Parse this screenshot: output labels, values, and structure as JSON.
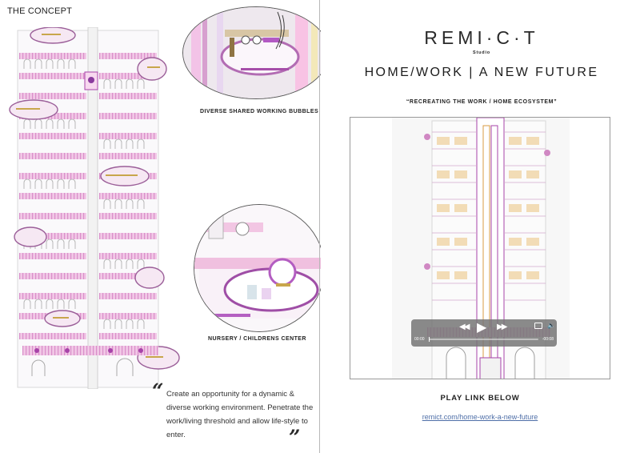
{
  "concept": {
    "heading": "THE CONCEPT",
    "caption_shared": "DIVERSE SHARED WORKING BUBBLES",
    "caption_nursery": "NURSERY / CHILDRENS CENTER",
    "quote": "Create an opportunity for a dynamic & diverse working environment. Penetrate the work/living threshold and allow life-style to enter.",
    "quote_open_mark": "“",
    "quote_close_mark": "”"
  },
  "brand": {
    "name": "REMI·C·T",
    "sub": "Studio"
  },
  "headline": "HOME/WORK | A NEW FUTURE",
  "tagline": "“RECREATING THE WORK / HOME ECOSYSTEM”",
  "video": {
    "time_start": "00:00",
    "time_end": "-00:08",
    "progress_fraction": 0.0
  },
  "cta": "PLAY LINK BELOW",
  "link_text": "remict.com/home-work-a-new-future",
  "colors": {
    "accent_pink": "#d98ec9",
    "accent_purple": "#a743a9",
    "gold": "#c8a64c",
    "link_blue": "#4f6fa8"
  },
  "icons": {
    "rewind": "rewind-icon",
    "play": "play-icon",
    "forward": "fast-forward-icon",
    "airplay": "airplay-icon",
    "volume": "volume-icon"
  }
}
